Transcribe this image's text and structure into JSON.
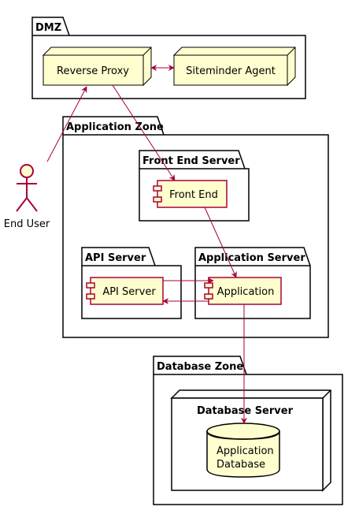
{
  "packages": {
    "dmz": "DMZ",
    "application_zone": "Application Zone",
    "front_end_server": "Front End Server",
    "api_server_pkg": "API Server",
    "application_server": "Application Server",
    "database_zone": "Database Zone"
  },
  "nodes": {
    "reverse_proxy": "Reverse Proxy",
    "siteminder_agent": "Siteminder Agent",
    "database_server": "Database Server"
  },
  "components": {
    "front_end": "Front End",
    "api_server": "API Server",
    "application": "Application"
  },
  "database": {
    "line1": "Application",
    "line2": "Database"
  },
  "actor": {
    "label": "End User"
  },
  "colors": {
    "node_fill": "#FEFECE",
    "edge": "#A80036",
    "border": "#000000"
  }
}
